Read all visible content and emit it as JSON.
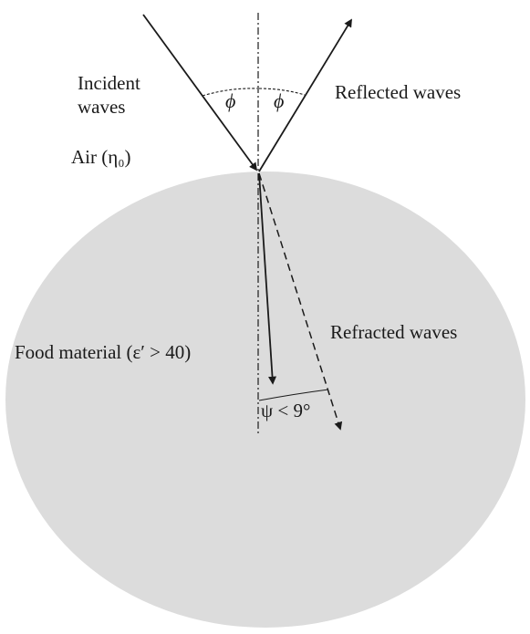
{
  "labels": {
    "incident_line1": "Incident",
    "incident_line2": "waves",
    "reflected": "Reflected waves",
    "air": "Air (η₀)",
    "refracted": "Refracted waves",
    "food": "Food material (ε′ > 40)",
    "phi_left": "ϕ",
    "phi_right": "ϕ",
    "psi": "ψ < 9°"
  },
  "colors": {
    "food_fill": "#dcdcdc",
    "line": "#1a1a1a"
  }
}
